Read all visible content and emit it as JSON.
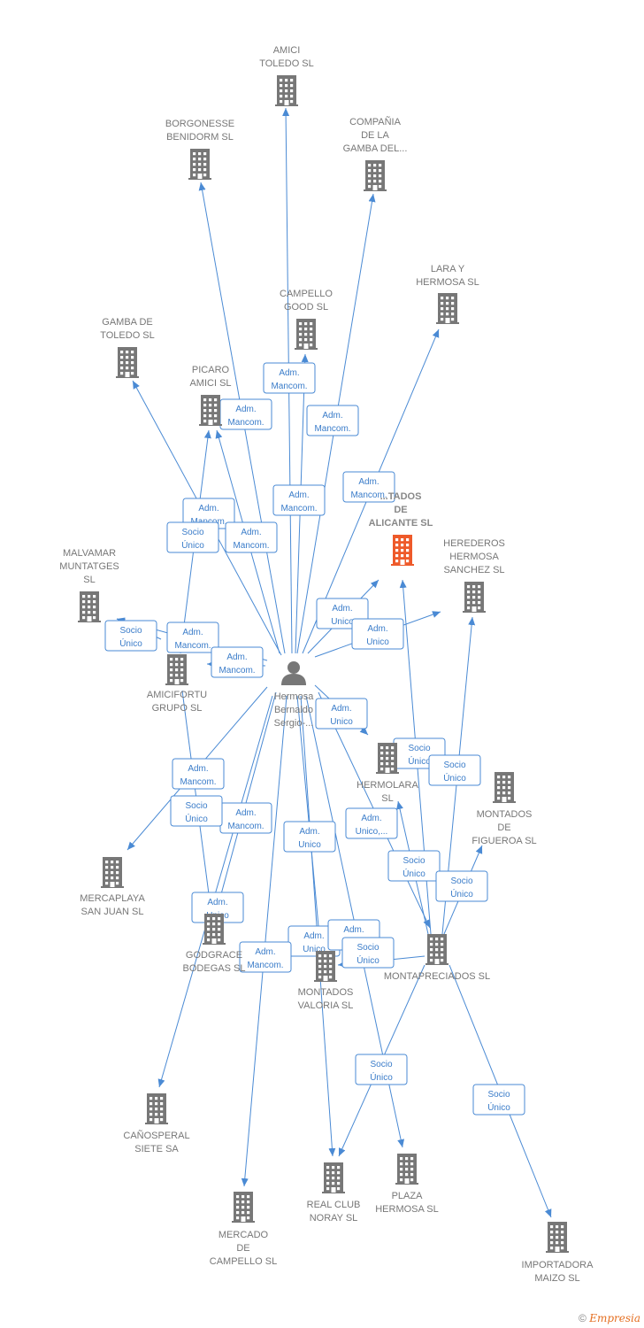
{
  "colors": {
    "edge": "#4a8ad4",
    "building": "#777777",
    "highlight": "#ee5a2a",
    "person": "#777777"
  },
  "center": {
    "id": "person",
    "lines": [
      "Hermosa",
      "Bernaldo",
      "Sergio-..."
    ],
    "icon": "person-icon"
  },
  "nodes": [
    {
      "id": "amici_toledo",
      "lines": [
        "AMICI",
        "TOLEDO  SL"
      ],
      "icon": "building-icon"
    },
    {
      "id": "borgonesse",
      "lines": [
        "BORGONESSE",
        "BENIDORM  SL"
      ],
      "icon": "building-icon"
    },
    {
      "id": "compania_gamba",
      "lines": [
        "COMPAÑIA",
        "DE LA",
        "GAMBA DEL..."
      ],
      "icon": "building-icon"
    },
    {
      "id": "lara_hermosa",
      "lines": [
        "LARA Y",
        "HERMOSA SL"
      ],
      "icon": "building-icon"
    },
    {
      "id": "campello_good",
      "lines": [
        "CAMPELLO",
        "GOOD  SL"
      ],
      "icon": "building-icon"
    },
    {
      "id": "gamba_toledo",
      "lines": [
        "GAMBA DE",
        "TOLEDO SL"
      ],
      "icon": "building-icon"
    },
    {
      "id": "picaro_amici",
      "lines": [
        "PICARO",
        "AMICI  SL"
      ],
      "icon": "building-icon"
    },
    {
      "id": "montados_alicante",
      "lines": [
        "...TADOS",
        "DE",
        "ALICANTE  SL"
      ],
      "icon": "building-icon",
      "highlight": true
    },
    {
      "id": "herederos_hermosa",
      "lines": [
        "HEREDEROS",
        "HERMOSA",
        "SANCHEZ  SL"
      ],
      "icon": "building-icon"
    },
    {
      "id": "malvamar",
      "lines": [
        "MALVAMAR",
        "MUNTATGES",
        "SL"
      ],
      "icon": "building-icon"
    },
    {
      "id": "amicifortu",
      "lines": [
        "AMICIFORTU",
        "GRUPO  SL"
      ],
      "icon": "building-icon"
    },
    {
      "id": "hermolara",
      "lines": [
        "HERMOLARA",
        "SL"
      ],
      "icon": "building-icon"
    },
    {
      "id": "montados_figueroa",
      "lines": [
        "MONTADOS",
        "DE",
        "FIGUEROA SL"
      ],
      "icon": "building-icon"
    },
    {
      "id": "mercaplaya",
      "lines": [
        "MERCAPLAYA",
        "SAN JUAN  SL"
      ],
      "icon": "building-icon"
    },
    {
      "id": "godgrace",
      "lines": [
        "GODGRACE",
        "BODEGAS  SL"
      ],
      "icon": "building-icon"
    },
    {
      "id": "montados_valoria",
      "lines": [
        "MONTADOS",
        "VALORIA  SL"
      ],
      "icon": "building-icon"
    },
    {
      "id": "montapreciados",
      "lines": [
        "MONTAPRECIADOS SL"
      ],
      "icon": "building-icon"
    },
    {
      "id": "canosperal",
      "lines": [
        "CAÑOSPERAL",
        "SIETE SA"
      ],
      "icon": "building-icon"
    },
    {
      "id": "real_club_noray",
      "lines": [
        "REAL CLUB",
        "NORAY  SL"
      ],
      "icon": "building-icon"
    },
    {
      "id": "plaza_hermosa",
      "lines": [
        "PLAZA",
        "HERMOSA SL"
      ],
      "icon": "building-icon"
    },
    {
      "id": "mercado_campello",
      "lines": [
        "MERCADO",
        "DE",
        "CAMPELLO  SL"
      ],
      "icon": "building-icon"
    },
    {
      "id": "importadora_maizo",
      "lines": [
        "IMPORTADORA",
        "MAIZO  SL"
      ],
      "icon": "building-icon"
    }
  ],
  "edges": [
    {
      "from": "person",
      "to": "amici_toledo",
      "lines": [
        "Adm.",
        "Mancom."
      ]
    },
    {
      "from": "person",
      "to": "borgonesse",
      "lines": [
        "Adm.",
        "Mancom."
      ]
    },
    {
      "from": "person",
      "to": "compania_gamba",
      "lines": [
        "Adm.",
        "Mancom."
      ]
    },
    {
      "from": "person",
      "to": "lara_hermosa",
      "lines": [
        "Adm.",
        "Mancom."
      ]
    },
    {
      "from": "person",
      "to": "campello_good",
      "lines": [
        "Adm.",
        "Mancom."
      ]
    },
    {
      "from": "person",
      "to": "gamba_toledo",
      "lines": [
        "Adm.",
        "Mancom."
      ]
    },
    {
      "from": "person",
      "to": "picaro_amici",
      "lines": [
        "Adm.",
        "Mancom."
      ]
    },
    {
      "from": "person",
      "to": "montados_alicante",
      "lines": [
        "Adm.",
        "Unico"
      ]
    },
    {
      "from": "person",
      "to": "herederos_hermosa",
      "lines": [
        "Adm.",
        "Unico"
      ]
    },
    {
      "from": "person",
      "to": "malvamar",
      "lines": [
        "Adm.",
        "Mancom."
      ]
    },
    {
      "from": "person",
      "to": "amicifortu",
      "lines": [
        "Adm.",
        "Mancom."
      ]
    },
    {
      "from": "person",
      "to": "hermolara",
      "lines": [
        "Adm.",
        "Unico"
      ]
    },
    {
      "from": "person",
      "to": "montapreciados",
      "lines": [
        "Adm.",
        "Unico,..."
      ]
    },
    {
      "from": "person",
      "to": "mercaplaya",
      "lines": [
        "Adm.",
        "Mancom."
      ]
    },
    {
      "from": "person",
      "to": "godgrace",
      "lines": [
        "Adm.",
        "Mancom."
      ]
    },
    {
      "from": "person",
      "to": "montados_valoria",
      "lines": [
        "Adm.",
        "Unico"
      ]
    },
    {
      "from": "person",
      "to": "canosperal",
      "lines": [
        "Adm.",
        "Unico"
      ]
    },
    {
      "from": "person",
      "to": "real_club_noray",
      "lines": [
        "Adm.",
        "Unico"
      ]
    },
    {
      "from": "person",
      "to": "plaza_hermosa",
      "lines": [
        "Adm.",
        "Unico"
      ]
    },
    {
      "from": "person",
      "to": "mercado_campello",
      "lines": [
        "Adm.",
        "Mancom."
      ]
    },
    {
      "from": "amicifortu",
      "to": "picaro_amici",
      "lines": [
        "Socio",
        "Único"
      ]
    },
    {
      "from": "amicifortu",
      "to": "malvamar",
      "lines": [
        "Socio",
        "Único"
      ]
    },
    {
      "from": "amicifortu",
      "to": "godgrace",
      "lines": [
        "Socio",
        "Único"
      ]
    },
    {
      "from": "montapreciados",
      "to": "montados_alicante",
      "lines": [
        "Socio",
        "Único"
      ]
    },
    {
      "from": "montapreciados",
      "to": "herederos_hermosa",
      "lines": [
        "Socio",
        "Único"
      ]
    },
    {
      "from": "montapreciados",
      "to": "hermolara",
      "lines": [
        "Socio",
        "Único"
      ]
    },
    {
      "from": "montapreciados",
      "to": "montados_figueroa",
      "lines": [
        "Socio",
        "Único"
      ]
    },
    {
      "from": "montapreciados",
      "to": "montados_valoria",
      "lines": [
        "Socio",
        "Único"
      ]
    },
    {
      "from": "montapreciados",
      "to": "real_club_noray",
      "lines": [
        "Socio",
        "Único"
      ]
    },
    {
      "from": "montapreciados",
      "to": "importadora_maizo",
      "lines": [
        "Socio",
        "Único"
      ]
    }
  ],
  "footer": {
    "copyright": "©",
    "brand": "Empresia"
  }
}
